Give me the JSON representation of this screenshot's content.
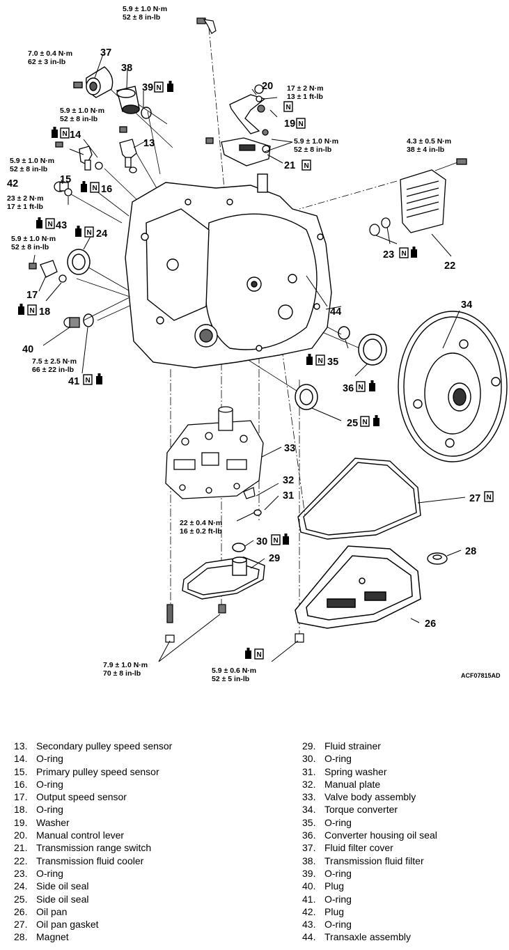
{
  "torque_specs": [
    {
      "id": "t_top",
      "line1": "5.9 ± 1.0 N·m",
      "line2": "52 ± 8 in-lb"
    },
    {
      "id": "t_37",
      "line1": "7.0 ± 0.4 N·m",
      "line2": "62 ± 3 in-lb"
    },
    {
      "id": "t_13",
      "line1": "5.9 ± 1.0 N·m",
      "line2": "52 ± 8 in-lb"
    },
    {
      "id": "t_15",
      "line1": "5.9 ± 1.0 N·m",
      "line2": "52 ± 8 in-lb"
    },
    {
      "id": "t_42",
      "line1": "23 ± 2 N·m",
      "line2": "17 ± 1 ft-lb"
    },
    {
      "id": "t_17",
      "line1": "5.9 ± 1.0 N·m",
      "line2": "52 ± 8 in-lb"
    },
    {
      "id": "t_40",
      "line1": "7.5 ± 2.5 N·m",
      "line2": "66 ± 22 in-lb"
    },
    {
      "id": "t_20",
      "line1": "17 ± 2 N·m",
      "line2": "13 ± 1 ft-lb"
    },
    {
      "id": "t_21",
      "line1": "5.9 ± 1.0 N·m",
      "line2": "52 ± 8 in-lb"
    },
    {
      "id": "t_22",
      "line1": "4.3 ± 0.5 N·m",
      "line2": "38 ± 4 in-lb"
    },
    {
      "id": "t_31",
      "line1": "22 ± 0.4 N·m",
      "line2": "16 ± 0.2 ft-lb"
    },
    {
      "id": "t_bolt",
      "line1": "7.9 ± 1.0 N·m",
      "line2": "70 ± 8 in-lb"
    },
    {
      "id": "t_pan",
      "line1": "5.9 ± 0.6 N·m",
      "line2": "52 ± 5 in-lb"
    }
  ],
  "callouts": {
    "c13": "13",
    "c14": "14",
    "c15": "15",
    "c16": "16",
    "c17": "17",
    "c18": "18",
    "c19": "19",
    "c20": "20",
    "c21": "21",
    "c22": "22",
    "c23": "23",
    "c24": "24",
    "c25": "25",
    "c26": "26",
    "c27": "27",
    "c28": "28",
    "c29": "29",
    "c30": "30",
    "c31": "31",
    "c32": "32",
    "c33": "33",
    "c34": "34",
    "c35": "35",
    "c36": "36",
    "c37": "37",
    "c38": "38",
    "c39": "39",
    "c40": "40",
    "c41": "41",
    "c42": "42",
    "c43": "43",
    "c44": "44"
  },
  "replace_code": "N",
  "figure_code": "ACF07815AD",
  "legend_left": [
    {
      "num": "13.",
      "label": "Secondary pulley speed sensor"
    },
    {
      "num": "14.",
      "label": "O-ring"
    },
    {
      "num": "15.",
      "label": "Primary pulley speed sensor"
    },
    {
      "num": "16.",
      "label": "O-ring"
    },
    {
      "num": "17.",
      "label": "Output speed sensor"
    },
    {
      "num": "18.",
      "label": "O-ring"
    },
    {
      "num": "19.",
      "label": "Washer"
    },
    {
      "num": "20.",
      "label": "Manual control lever"
    },
    {
      "num": "21.",
      "label": "Transmission range switch"
    },
    {
      "num": "22.",
      "label": "Transmission fluid cooler"
    },
    {
      "num": "23.",
      "label": "O-ring"
    },
    {
      "num": "24.",
      "label": "Side oil seal"
    },
    {
      "num": "25.",
      "label": "Side oil seal"
    },
    {
      "num": "26.",
      "label": "Oil pan"
    },
    {
      "num": "27.",
      "label": "Oil pan gasket"
    },
    {
      "num": "28.",
      "label": "Magnet"
    }
  ],
  "legend_right": [
    {
      "num": "29.",
      "label": "Fluid strainer"
    },
    {
      "num": "30.",
      "label": "O-ring"
    },
    {
      "num": "31.",
      "label": "Spring washer"
    },
    {
      "num": "32.",
      "label": "Manual plate"
    },
    {
      "num": "33.",
      "label": "Valve body assembly"
    },
    {
      "num": "34.",
      "label": "Torque converter"
    },
    {
      "num": "35.",
      "label": "O-ring"
    },
    {
      "num": "36.",
      "label": "Converter housing oil seal"
    },
    {
      "num": "37.",
      "label": "Fluid filter cover"
    },
    {
      "num": "38.",
      "label": "Transmission fluid filter"
    },
    {
      "num": "39.",
      "label": "O-ring"
    },
    {
      "num": "40.",
      "label": "Plug"
    },
    {
      "num": "41.",
      "label": "O-ring"
    },
    {
      "num": "42.",
      "label": "Plug"
    },
    {
      "num": "43.",
      "label": "O-ring"
    },
    {
      "num": "44.",
      "label": "Transaxle assembly"
    }
  ]
}
